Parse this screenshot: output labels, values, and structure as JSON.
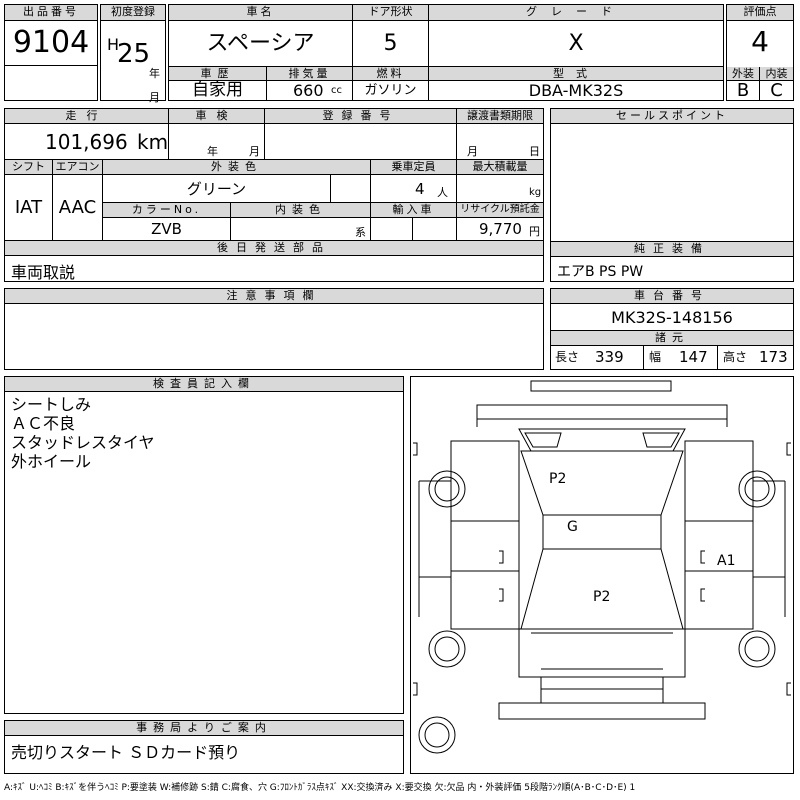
{
  "header": {
    "lot_label": "出品番号",
    "lot_no": "9104",
    "reg_label": "初度登録",
    "era": "H",
    "year": "25",
    "year_unit": "年",
    "month_unit": "月",
    "name_label": "車名",
    "name": "スペーシア",
    "door_label": "ドア形状",
    "door": "5",
    "grade_label": "グレード",
    "grade": "X",
    "score_label": "評価点",
    "score": "4",
    "history_label": "車歴",
    "history": "自家用",
    "disp_label": "排気量",
    "disp": "660",
    "disp_unit": "cc",
    "fuel_label": "燃料",
    "fuel": "ガソリン",
    "model_label": "型式",
    "model": "DBA-MK32S",
    "ext_label": "外装",
    "ext": "B",
    "int_label": "内装",
    "int": "C"
  },
  "mid": {
    "mileage_label": "走行",
    "mileage": "101,696",
    "mileage_unit": "km",
    "inspect_label": "車検",
    "inspect_year": "年",
    "inspect_month": "月",
    "regno_label": "登録番号",
    "transfer_label": "譲渡書類期限",
    "transfer_month": "月",
    "transfer_day": "日",
    "shift_label": "シフト",
    "shift": "IAT",
    "ac_label": "エアコン",
    "ac": "AAC",
    "color_label": "外装色",
    "color": "グリーン",
    "seats_label": "乗車定員",
    "seats": "4",
    "seats_unit": "人",
    "load_label": "最大積載量",
    "load_unit": "kg",
    "colorno_label": "カラーNo.",
    "colorno": "ZVB",
    "intcolor_label": "内装色",
    "intcolor_unit": "系",
    "import_label": "輸入車",
    "recycle_label": "リサイクル預託金",
    "recycle": "9,770",
    "recycle_unit": "円",
    "sales_label": "セールスポイント",
    "later_label": "後日発送部品",
    "later": "車両取説",
    "equip_label": "純正装備",
    "equip": "エアB PS PW",
    "notes_label": "注意事項欄",
    "chassis_label": "車台番号",
    "chassis": "MK32S-148156",
    "dims_label": "諸元",
    "len_label": "長さ",
    "len": "339",
    "wid_label": "幅",
    "wid": "147",
    "hei_label": "高さ",
    "hei": "173"
  },
  "inspector": {
    "label": "検査員記入欄",
    "lines": [
      "シートしみ",
      "ＡＣ不良",
      "スタッドレスタイヤ",
      "外ホイール"
    ]
  },
  "office": {
    "label": "事務局よりご案内",
    "text": "売切りスタート ＳＤカード預り"
  },
  "diagram": {
    "marks": [
      "P2",
      "G",
      "A1",
      "P2"
    ]
  },
  "legend": "A:ｷｽﾞ U:ﾍｺﾐ B:ｷｽﾞを伴うﾍｺﾐ P:要塗装 W:補修跡 S:錆 C:腐食、穴 G:ﾌﾛﾝﾄｶﾞﾗｽ点ｷｽﾞ XX:交換済み X:要交換 欠:欠品 内・外装評価 5段階ﾗﾝｸ順(A･B･C･D･E) 1"
}
